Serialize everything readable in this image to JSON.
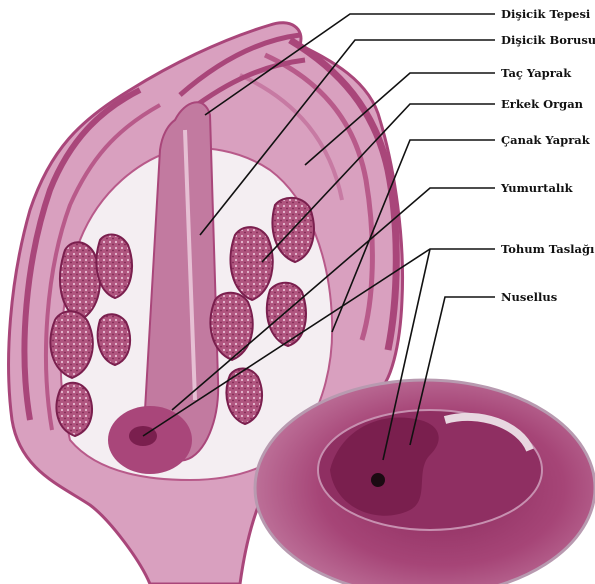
{
  "labels": {
    "stigma": "Dişicik Tepesi",
    "style": "Dişicik Borusu",
    "petal": "Taç Yaprak",
    "stamen": "Erkek Organ",
    "sepal": "Çanak Yaprak",
    "ovary": "Yumurtalık",
    "ovule": "Tohum Taslağı",
    "nucellus": "Nusellus"
  },
  "colors": {
    "tissue": "#a9467a",
    "tissue_dark": "#7a1f4e",
    "tissue_light": "#d9a0bf",
    "tissue_pale": "#ead3e0",
    "cavity": "#f4eef2",
    "background": "#ffffff",
    "leader_line": "#111111"
  }
}
